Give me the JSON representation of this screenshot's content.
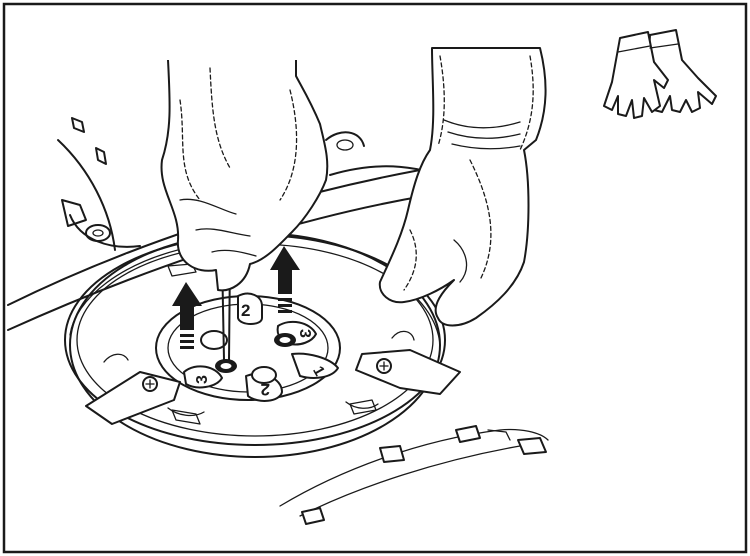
{
  "figure": {
    "screw_labels": [
      "2",
      "3",
      "1",
      "2",
      "3"
    ],
    "icons": [
      "protective-gloves-icon",
      "screwdriver-icon",
      "lift-arrow-icon"
    ],
    "colors": {
      "line": "#1a1a1a",
      "background": "#ffffff",
      "arrow_hatch": "#1a1a1a"
    }
  }
}
